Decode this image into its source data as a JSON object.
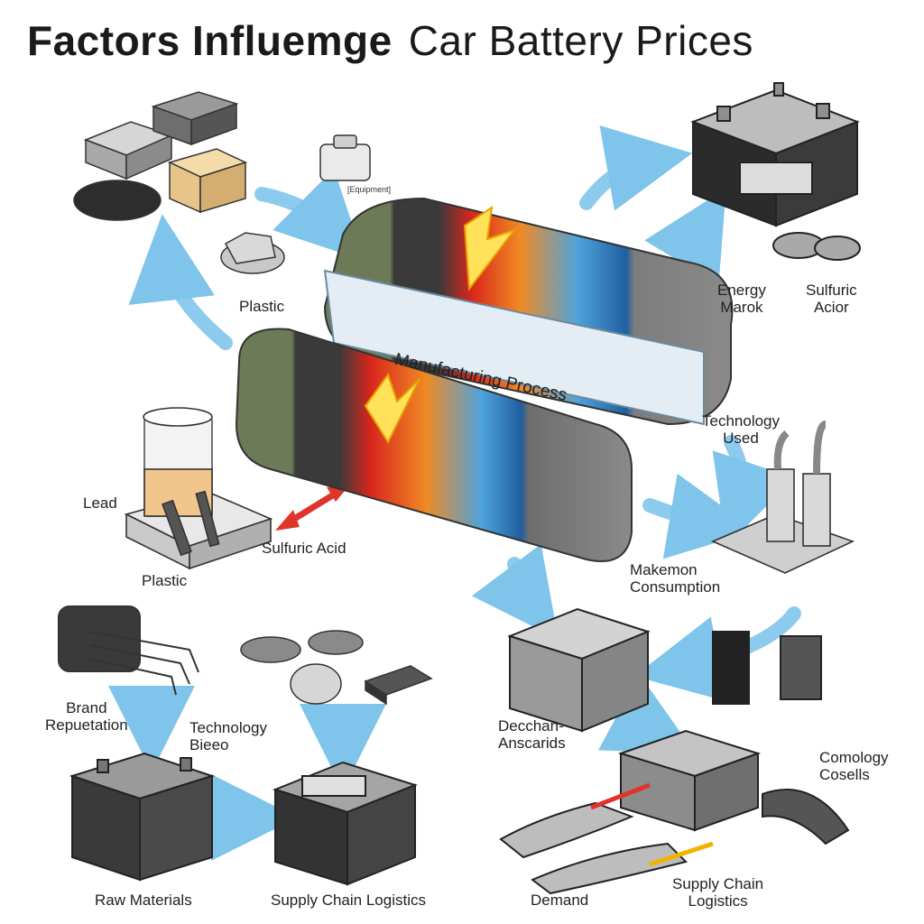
{
  "title": {
    "bold": "Factors Influemge",
    "regular": "Car Battery Prices"
  },
  "band": {
    "label": "Manufacturing Process"
  },
  "tiny_label": "[Equipment]",
  "labels": {
    "plastic_top": "Plastic",
    "energy_market": [
      "Energy",
      "Marok"
    ],
    "sulfuric_acior": [
      "Sulfuric",
      "Acior"
    ],
    "technology_used": [
      "Technology",
      "Used"
    ],
    "lead": "Lead",
    "sulfuric_acid": "Sulfuric Acid",
    "plastic_mid": "Plastic",
    "makemon_consumption": [
      "Makemon",
      "Consumption"
    ],
    "brand_reputation": [
      "Brand",
      "Repuetation"
    ],
    "technology_bieeo": [
      "Technology",
      "Bieeo"
    ],
    "decchan_anscarids": [
      "Decchan-",
      "Anscarids"
    ],
    "comology_cosells": [
      "Comology",
      "Cosells"
    ],
    "raw_materials": "Raw Materials",
    "supply_chain_logistics_left": "Supply Chain Logistics",
    "demand": "Demand",
    "supply_chain_logistics_right": [
      "Supply Chain",
      "Logistics"
    ]
  },
  "colors": {
    "flow_arrow": "#7fc4ea",
    "red_arrow": "#e0342b",
    "band_green": "#6c7a58",
    "band_red": "#d9261c",
    "band_orange": "#f08a24",
    "band_blue": "#2f86c8",
    "band_gray": "#7d7d7d",
    "band_white": "#e4edf3"
  }
}
